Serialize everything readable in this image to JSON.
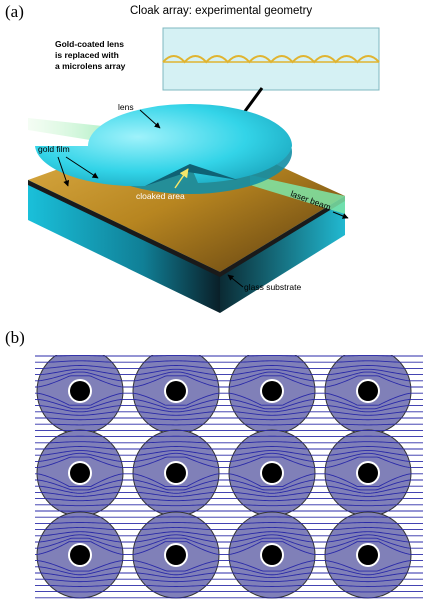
{
  "panel_a": {
    "label": "(a)",
    "title": "Cloak array: experimental geometry",
    "note_line1": "Gold-coated lens",
    "note_line2": "is replaced with",
    "note_line3": "a microlens array",
    "labels": {
      "lens": "lens",
      "gold_film": "gold film",
      "cloaked_area": "cloaked area",
      "laser_beam": "laser beam",
      "glass_substrate": "glass substrate"
    }
  },
  "panel_b": {
    "label": "(b)",
    "grid_rows": 3,
    "grid_cols": 4
  },
  "colors": {
    "lens_cyan": "#33d4e8",
    "gold": "#c8952a",
    "glass": "#1fb7cf",
    "cell_fill": "#8080b8",
    "field_line": "#2a2aa8",
    "core": "#000000"
  }
}
